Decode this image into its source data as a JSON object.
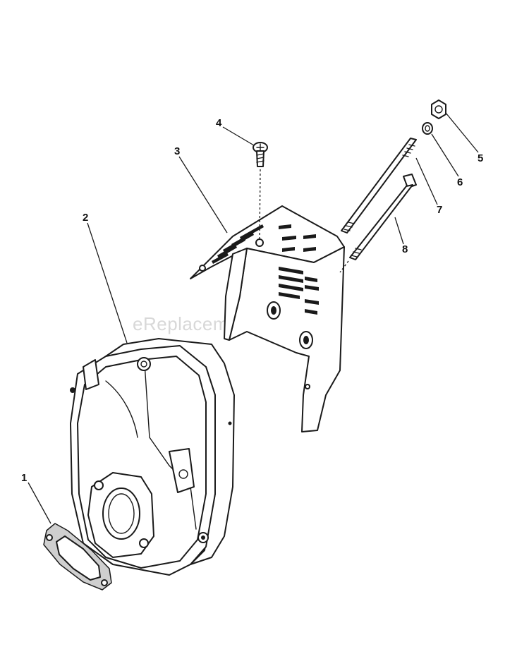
{
  "watermark": "eReplacementParts.com",
  "callouts": [
    {
      "number": "1",
      "part": "gasket"
    },
    {
      "number": "2",
      "part": "muffler"
    },
    {
      "number": "3",
      "part": "muffler-shield"
    },
    {
      "number": "4",
      "part": "screw"
    },
    {
      "number": "5",
      "part": "nut"
    },
    {
      "number": "6",
      "part": "lock-washer"
    },
    {
      "number": "7",
      "part": "long-stud"
    },
    {
      "number": "8",
      "part": "bolt"
    }
  ],
  "colors": {
    "line": "#1a1a1a",
    "watermark": "#d8d8d8",
    "background": "#ffffff"
  }
}
